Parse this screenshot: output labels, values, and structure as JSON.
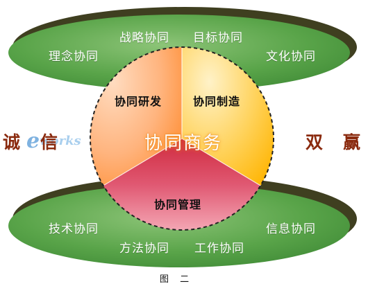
{
  "colors": {
    "ellipse_green": "#59a449",
    "ellipse_shadow": "#3f3f20",
    "segment_peach": "#ffc090",
    "segment_yellow": "#ffc82a",
    "segment_pink": "#de5a70",
    "side_text": "#8a2a0e"
  },
  "top_ellipse": {
    "left": "理念协同",
    "mid_left": "战略协同",
    "mid_right": "目标协同",
    "right": "文化协同"
  },
  "bottom_ellipse": {
    "left": "技术协同",
    "mid_left": "方法协同",
    "mid_right": "工作协同",
    "right": "信息协同"
  },
  "circle": {
    "center": "协同商务",
    "research": "协同研发",
    "manufacturing": "协同制造",
    "management": "协同管理"
  },
  "left_text": {
    "char1": "诚",
    "char2": "信"
  },
  "right_text": {
    "char1": "双",
    "char2": "赢"
  },
  "logo": {
    "e": "e",
    "rest": "works"
  },
  "caption": "图 二"
}
